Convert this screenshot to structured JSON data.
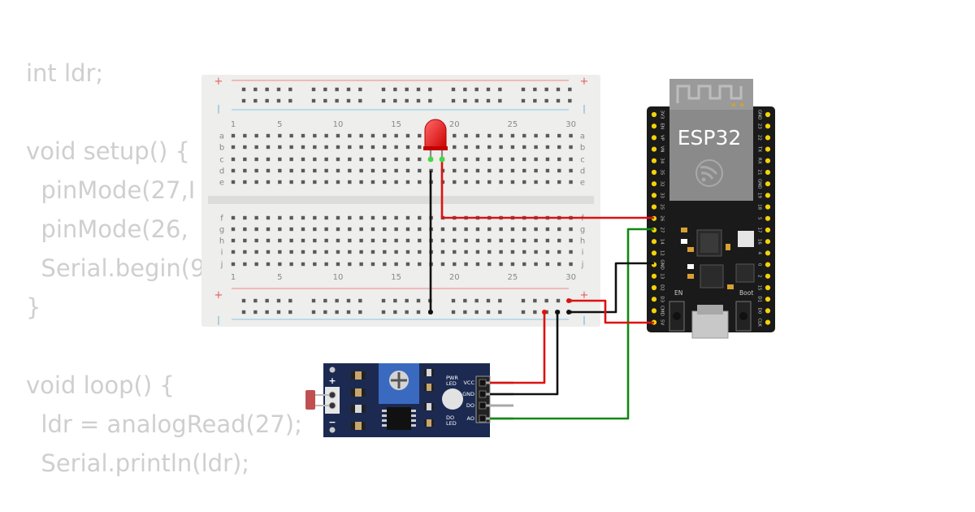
{
  "code": {
    "lines": [
      "int ldr;",
      "",
      "void setup() {",
      "  pinMode(27,I",
      "  pinMode(26,",
      "  Serial.begin(9",
      "}",
      "",
      "void loop() {",
      "  ldr = analogRead(27);",
      "  Serial.println(ldr);"
    ]
  },
  "breadboard": {
    "column_numbers": [
      "1",
      "5",
      "10",
      "15",
      "20",
      "25",
      "30"
    ],
    "rows_top": [
      "a",
      "b",
      "c",
      "d",
      "e"
    ],
    "rows_bottom": [
      "f",
      "g",
      "h",
      "i",
      "j"
    ],
    "rail_plus": "+",
    "rail_minus": "|"
  },
  "esp32": {
    "label": "ESP32",
    "pins_left": [
      "3V3",
      "EN",
      "VP",
      "VN",
      "34",
      "35",
      "32",
      "33",
      "25",
      "26",
      "27",
      "14",
      "12",
      "GND",
      "13",
      "D2",
      "D3",
      "CMD",
      "5V"
    ],
    "pins_right": [
      "GND",
      "23",
      "22",
      "TX",
      "RX",
      "21",
      "GND",
      "19",
      "18",
      "5",
      "17",
      "16",
      "4",
      "0",
      "2",
      "15",
      "D1",
      "D0",
      "CLK"
    ],
    "button_en": "EN",
    "button_boot": "Boot"
  },
  "ldr_module": {
    "plus": "+",
    "minus": "−",
    "pwr_led": [
      "PWR",
      "LED"
    ],
    "do_led": [
      "DO",
      "LED"
    ],
    "pins": [
      "VCC",
      "GND",
      "DO",
      "AO"
    ]
  },
  "colors": {
    "wire_red": "#dd1111",
    "wire_black": "#111111",
    "wire_green": "#118811",
    "board_pcb": "#1a1a1a",
    "module_pcb": "#1c2a52",
    "breadboard": "#eeeeec",
    "code_text": "#cfcfcf"
  }
}
